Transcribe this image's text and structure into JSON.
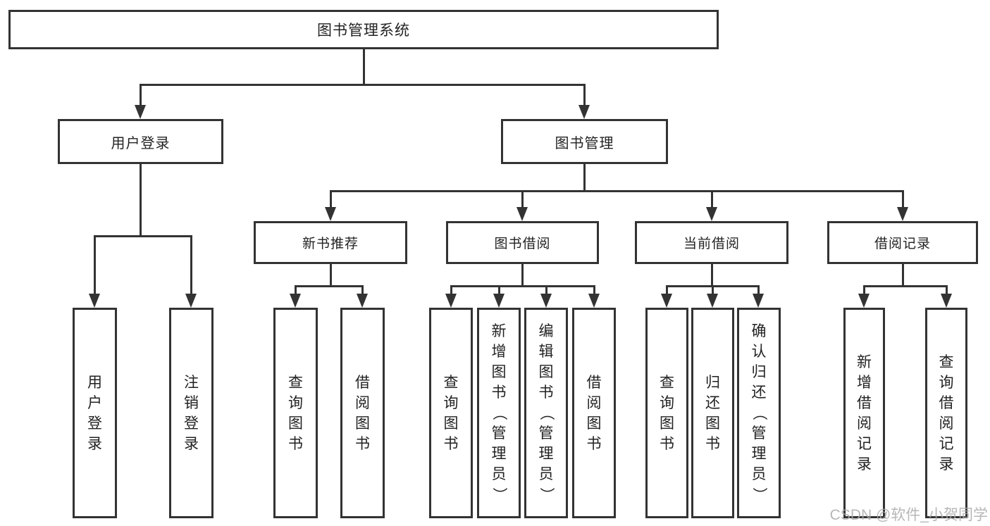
{
  "diagram": {
    "watermark": "CSDN @软件_小贺同学",
    "colors": {
      "line": "#333333",
      "box_border": "#333333",
      "text": "#222222",
      "background": "#ffffff",
      "watermark": "#ababab"
    },
    "tree": {
      "root": {
        "label": "图书管理系统"
      },
      "branches": [
        {
          "label": "用户登录",
          "children": [
            {
              "label": "用户登录"
            },
            {
              "label": "注销登录"
            }
          ]
        },
        {
          "label": "图书管理",
          "sections": [
            {
              "label": "新书推荐",
              "children": [
                {
                  "label": "查询图书"
                },
                {
                  "label": "借阅图书"
                }
              ]
            },
            {
              "label": "图书借阅",
              "children": [
                {
                  "label": "查询图书"
                },
                {
                  "label": "新增图书（管理员）"
                },
                {
                  "label": "编辑图书（管理员）"
                },
                {
                  "label": "借阅图书"
                }
              ]
            },
            {
              "label": "当前借阅",
              "children": [
                {
                  "label": "查询图书"
                },
                {
                  "label": "归还图书"
                },
                {
                  "label": "确认归还（管理员）"
                }
              ]
            },
            {
              "label": "借阅记录",
              "children": [
                {
                  "label": "新增借阅记录"
                },
                {
                  "label": "查询借阅记录"
                }
              ]
            }
          ]
        }
      ]
    }
  }
}
